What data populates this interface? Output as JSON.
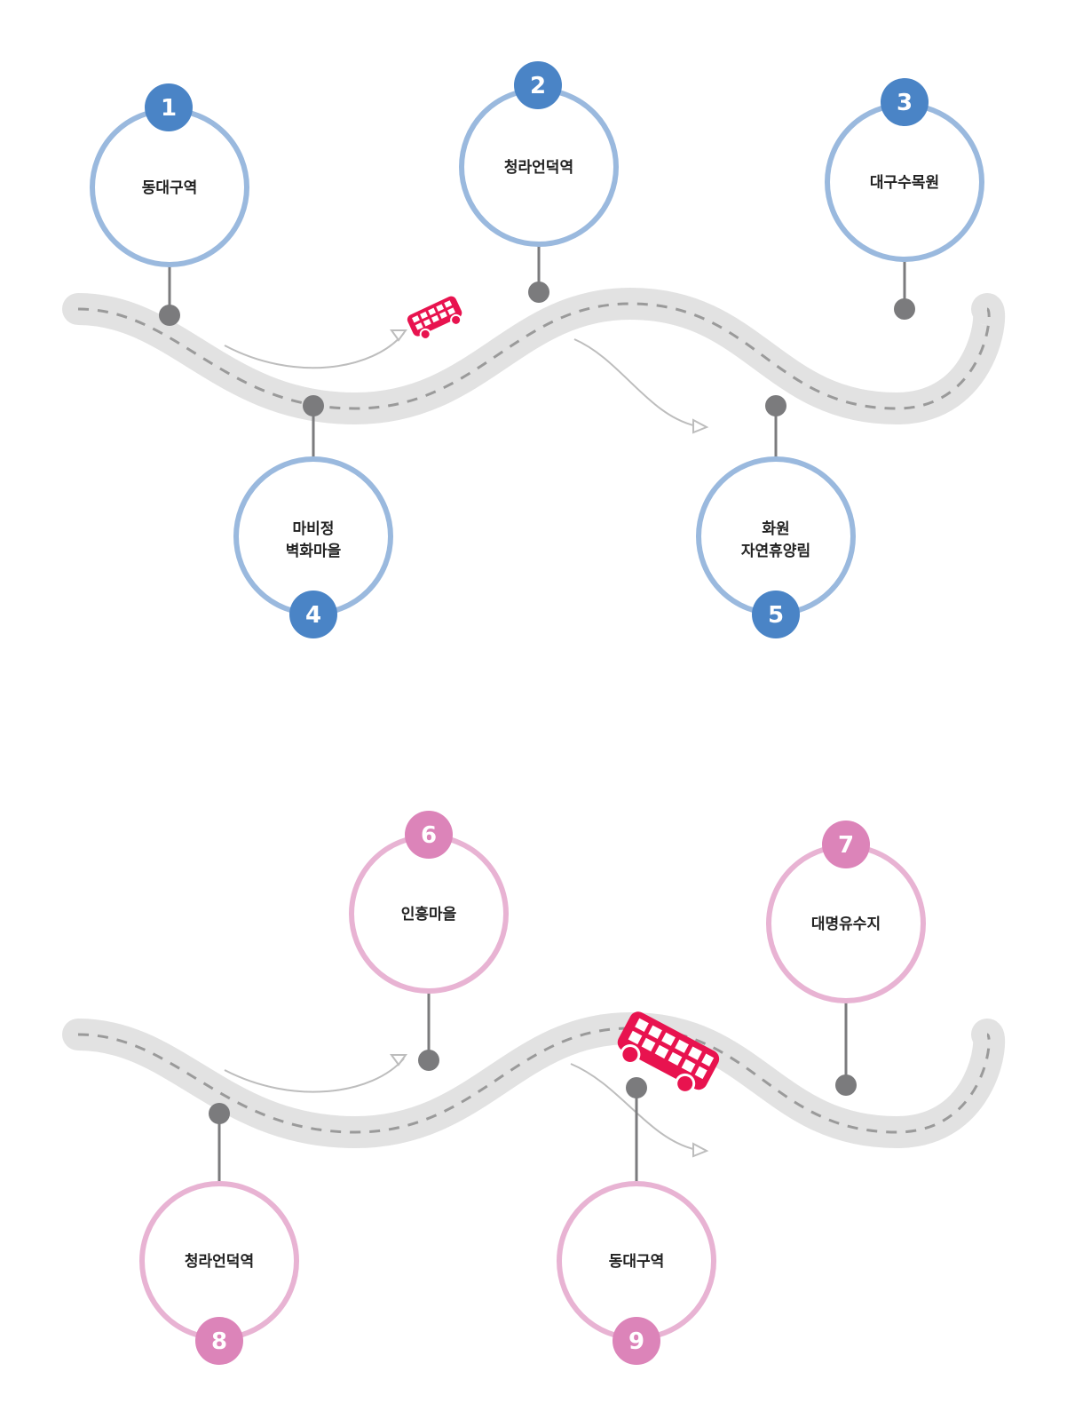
{
  "colors": {
    "road": "#e2e2e2",
    "dash": "#9a9a9a",
    "connector": "#7b7b7d",
    "route1_ring": "#9ab9de",
    "route1_badge": "#4a84c6",
    "route2_ring": "#e8b3d3",
    "route2_badge": "#dc84b9",
    "bus": "#e8134f"
  },
  "route1": {
    "stops": [
      {
        "number": "1",
        "lines": [
          "동대구역"
        ]
      },
      {
        "number": "2",
        "lines": [
          "청라언덕역"
        ]
      },
      {
        "number": "3",
        "lines": [
          "대구수목원"
        ]
      },
      {
        "number": "4",
        "lines": [
          "마비정",
          "벽화마을"
        ]
      },
      {
        "number": "5",
        "lines": [
          "화원",
          "자연휴양림"
        ]
      }
    ]
  },
  "route2": {
    "stops": [
      {
        "number": "6",
        "lines": [
          "인흥마을"
        ]
      },
      {
        "number": "7",
        "lines": [
          "대명유수지"
        ]
      },
      {
        "number": "8",
        "lines": [
          "청라언덕역"
        ]
      },
      {
        "number": "9",
        "lines": [
          "동대구역"
        ]
      }
    ]
  }
}
